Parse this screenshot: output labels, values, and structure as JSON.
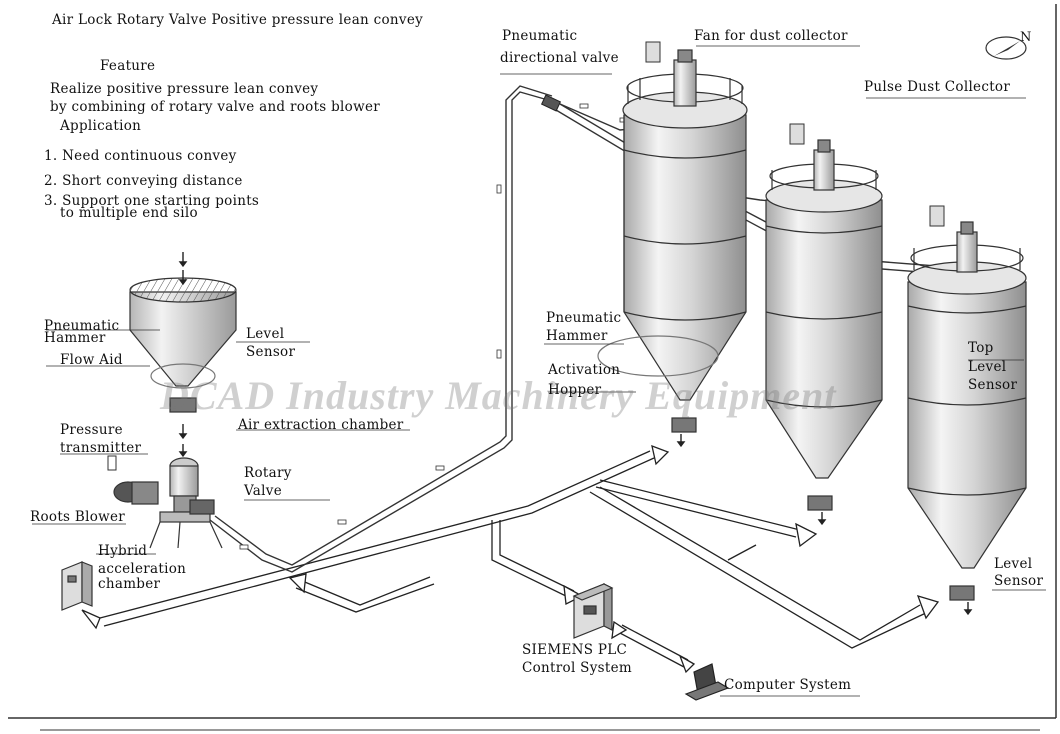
{
  "title": "Air Lock Rotary Valve Positive pressure lean convey",
  "feature": {
    "heading": "Feature",
    "line1": "Realize positive pressure lean convey",
    "line2": "by combining of rotary valve and roots blower"
  },
  "application": {
    "heading": "Application",
    "items": [
      "1. Need continuous convey",
      "2. Short conveying distance",
      "3. Support one starting points",
      "to multiple end silo"
    ]
  },
  "labels": {
    "pneumatic_hammer_left": [
      "Pneumatic",
      "Hammer"
    ],
    "flow_aid": "Flow Aid",
    "level_sensor_left": [
      "Level",
      "Sensor"
    ],
    "pressure_transmitter": [
      "Pressure",
      "transmitter"
    ],
    "air_extraction_chamber": "Air extraction chamber",
    "rotary_valve": [
      "Rotary",
      "Valve"
    ],
    "roots_blower": "Roots Blower",
    "hybrid_acceleration_chamber": [
      "Hybrid",
      "acceleration",
      "chamber"
    ],
    "pneumatic_directional_valve": [
      "Pneumatic",
      "directional valve"
    ],
    "fan_for_dust_collector": "Fan for dust collector",
    "pulse_dust_collector": "Pulse Dust Collector",
    "pneumatic_hammer_silo": [
      "Pneumatic",
      "Hammer"
    ],
    "activation_hopper": [
      "Activation",
      "Hopper"
    ],
    "top_level_sensor": [
      "Top",
      "Level",
      "Sensor"
    ],
    "level_sensor_right": [
      "Level",
      "Sensor"
    ],
    "plc": [
      "SIEMENS PLC",
      "Control System"
    ],
    "computer_system": "Computer System",
    "compass_letter": "N"
  },
  "watermark": "DCAD Industry Machinery Equipment",
  "colors": {
    "line": "#222222",
    "silo_fill": "#dcdcdc",
    "watermark": "#8a8a8a"
  }
}
